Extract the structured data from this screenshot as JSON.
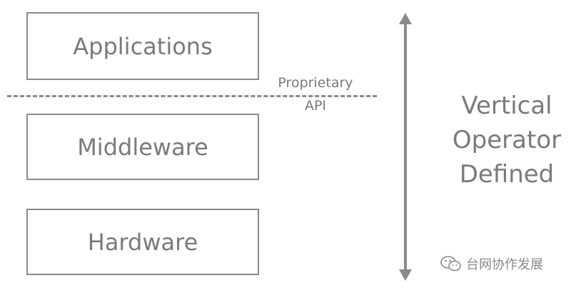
{
  "layers": {
    "applications": "Applications",
    "middleware": "Middleware",
    "hardware": "Hardware"
  },
  "api_label": {
    "line1": "Proprietary",
    "line2": "API"
  },
  "side_label": {
    "line1": "Vertical",
    "line2": "Operator",
    "line3": "Defined"
  },
  "watermark": {
    "text": "台网协作发展",
    "icon": "wechat-icon"
  },
  "colors": {
    "stroke": "#8a8a8a",
    "text": "#7a7a7a"
  }
}
